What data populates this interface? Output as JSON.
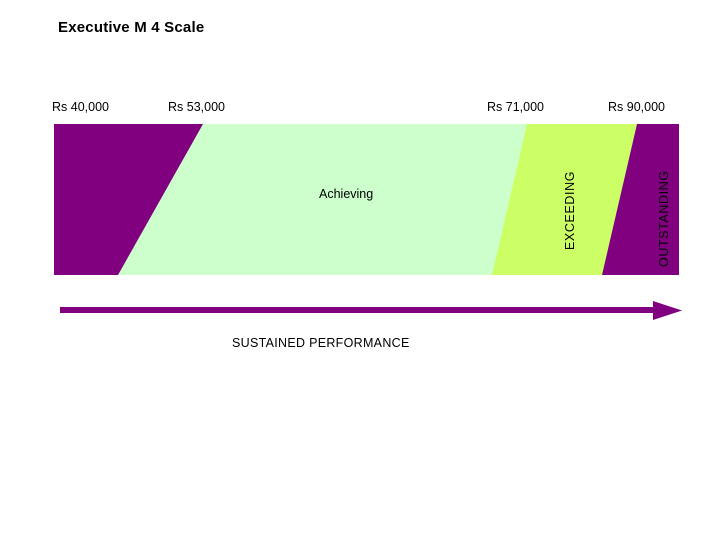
{
  "slide": {
    "title": "Executive M 4 Scale",
    "caption": "SUSTAINED PERFORMANCE"
  },
  "scale_markers": [
    {
      "label": "Rs 40,000"
    },
    {
      "label": "Rs 53,000"
    },
    {
      "label": "Rs 71,000"
    },
    {
      "label": "Rs 90,000"
    }
  ],
  "bands": [
    {
      "name": "below-achieving",
      "label": "",
      "color": "#800080"
    },
    {
      "name": "achieving",
      "label": "Achieving",
      "color": "#CCFFCC"
    },
    {
      "name": "exceeding",
      "label": "EXCEEDING",
      "color": "#CCFF66"
    },
    {
      "name": "outstanding",
      "label": "OUTSTANDING",
      "color": "#800080"
    }
  ],
  "arrow": {
    "color": "#800080"
  },
  "colors": {
    "purple": "#800080",
    "light_green": "#CCFFCC",
    "yellow_green": "#CCFF66",
    "text": "#000000",
    "background": "#FFFFFF"
  }
}
